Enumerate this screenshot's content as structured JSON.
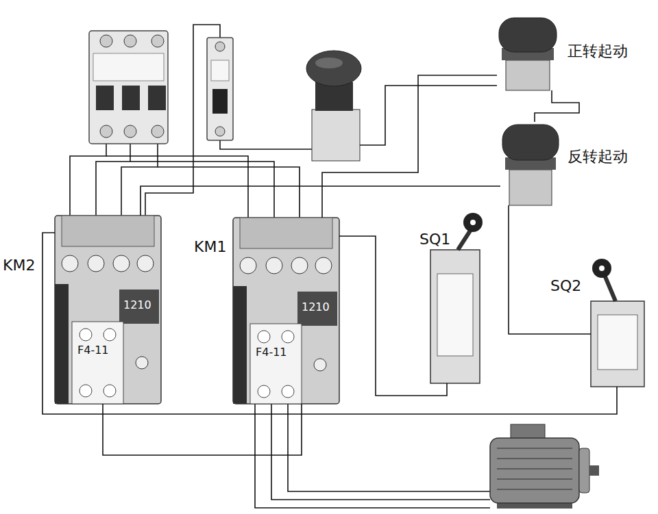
{
  "diagram": {
    "nodes": [
      {
        "text": [
          "正转起动"
        ]
      },
      {
        "text": [
          "反转起动"
        ]
      },
      {
        "text": [
          "KM2",
          "1210",
          "F4-11"
        ]
      },
      {
        "text": [
          "KM1",
          "1210",
          "F4-11"
        ]
      },
      {
        "text": [
          "SQ1"
        ]
      },
      {
        "text": [
          "SQ2"
        ]
      }
    ],
    "edges": [
      {
        "from": 0,
        "to": 1,
        "arrow": "none"
      },
      {
        "from": 0,
        "to": 3,
        "arrow": "none"
      },
      {
        "from": 1,
        "to": 2,
        "arrow": "none"
      },
      {
        "from": 2,
        "to": 3,
        "arrow": "none"
      },
      {
        "from": 3,
        "to": 4,
        "arrow": "none"
      },
      {
        "from": 1,
        "to": 5,
        "arrow": "none"
      },
      {
        "from": 2,
        "to": 5,
        "arrow": "none"
      }
    ]
  }
}
